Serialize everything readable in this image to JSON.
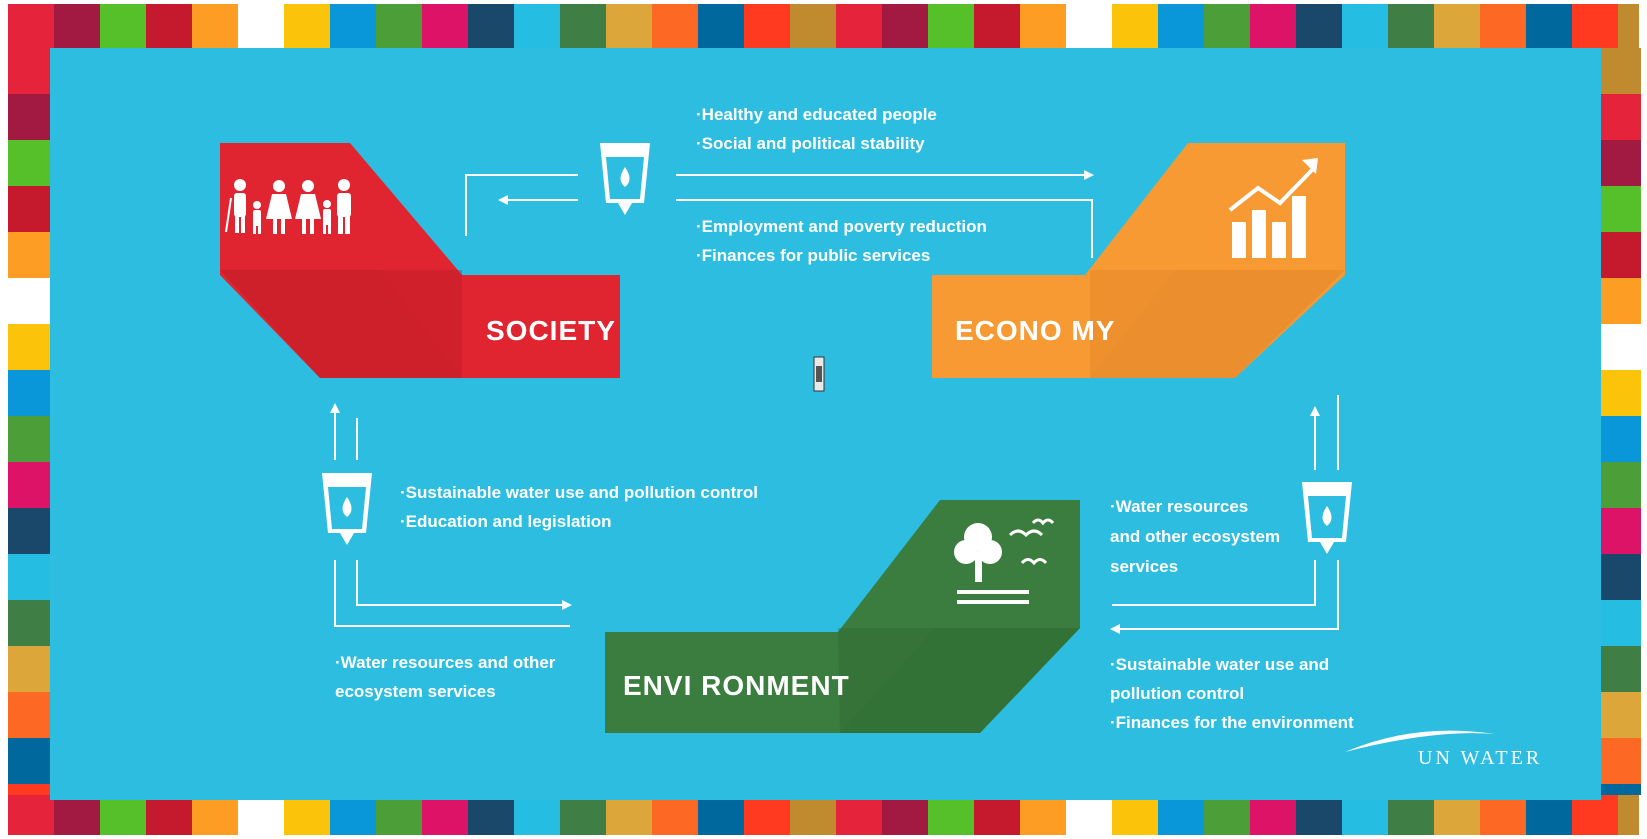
{
  "colors": {
    "background": "#2dbde0",
    "society": "#e02430",
    "economy": "#f79a34",
    "environment": "#3b7d3e",
    "arrow": "#ffffff",
    "sdg_palette": [
      "#e5243b",
      "#dda63a",
      "#4c9f38",
      "#c5192d",
      "#ff3a21",
      "#26bde2",
      "#fcc30b",
      "#a21942",
      "#fd6925",
      "#dd1367",
      "#fd9d24",
      "#bf8b2e",
      "#3f7e44",
      "#0a97d9",
      "#56c02b",
      "#00689d",
      "#19486a",
      "#ffffff"
    ]
  },
  "nodes": {
    "society": {
      "label": "SOCIETY",
      "icon": "family-icon"
    },
    "economy": {
      "label": "ECONO MY",
      "icon": "growth-chart-icon"
    },
    "environment": {
      "label": "ENVI RONMENT",
      "icon": "tree-birds-icon"
    }
  },
  "flows": {
    "top": {
      "upper_lines": [
        "·Healthy and educated people",
        "·Social and political stability"
      ],
      "lower_lines": [
        "·Employment and poverty reduction",
        "·Finances for public services"
      ]
    },
    "left": {
      "upper_lines": [
        "·Sustainable water use and pollution control",
        "·Education and legislation"
      ],
      "lower_lines": [
        "·Water resources and other",
        "ecosystem services"
      ]
    },
    "right": {
      "upper_lines": [
        "·Water resources",
        "and other ecosystem",
        "services"
      ],
      "lower_lines": [
        "·Sustainable water use and",
        "pollution control",
        "·Finances for the environment"
      ]
    }
  },
  "logo": {
    "text": "UN WATER"
  },
  "icons": {
    "water_cup": "water-cup-icon",
    "scroll_handle": "scroll-handle-icon"
  }
}
